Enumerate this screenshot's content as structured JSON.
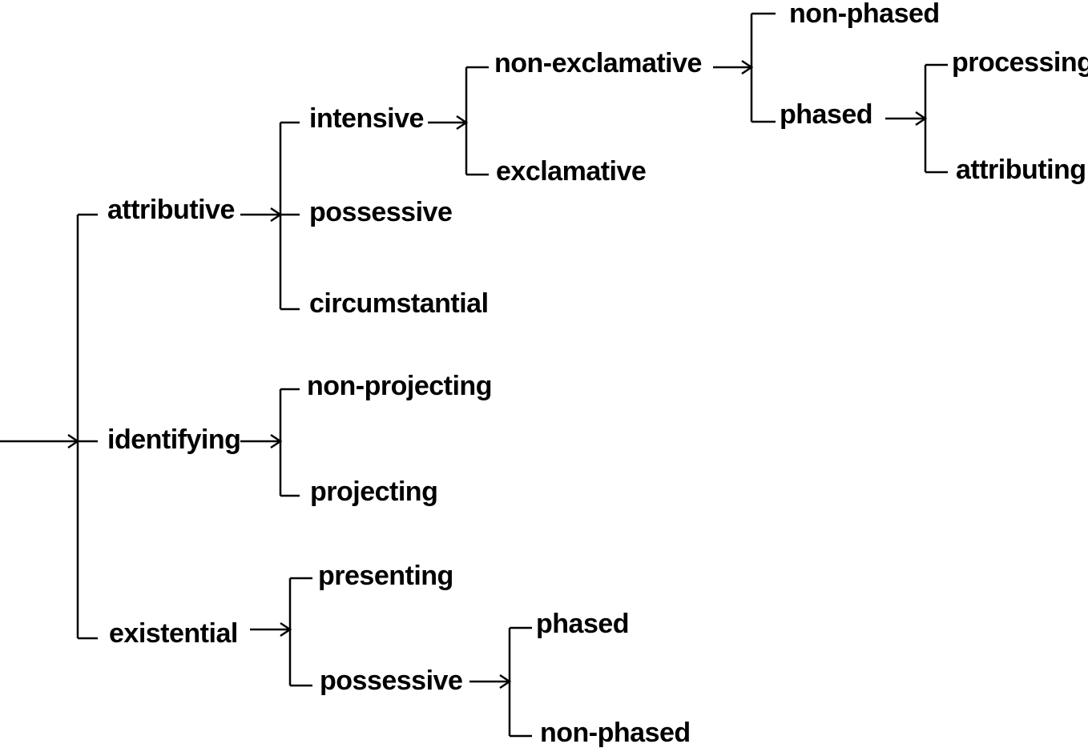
{
  "network": {
    "root": {
      "label": "",
      "children": [
        {
          "label": "attributive",
          "children": [
            {
              "label": "intensive",
              "children": [
                {
                  "label": "non-exclamative",
                  "children": [
                    {
                      "label": "non-phased"
                    },
                    {
                      "label": "phased",
                      "children": [
                        {
                          "label": "processing"
                        },
                        {
                          "label": "attributing"
                        }
                      ]
                    }
                  ]
                },
                {
                  "label": "exclamative"
                }
              ]
            },
            {
              "label": "possessive"
            },
            {
              "label": "circumstantial"
            }
          ]
        },
        {
          "label": "identifying",
          "children": [
            {
              "label": "non-projecting"
            },
            {
              "label": "projecting"
            }
          ]
        },
        {
          "label": "existential",
          "children": [
            {
              "label": "presenting"
            },
            {
              "label": "possessive",
              "children": [
                {
                  "label": "phased"
                },
                {
                  "label": "non-phased"
                }
              ]
            }
          ]
        }
      ]
    }
  },
  "colors": {
    "line": "#000000",
    "text": "#000000",
    "background": "#ffffff"
  }
}
